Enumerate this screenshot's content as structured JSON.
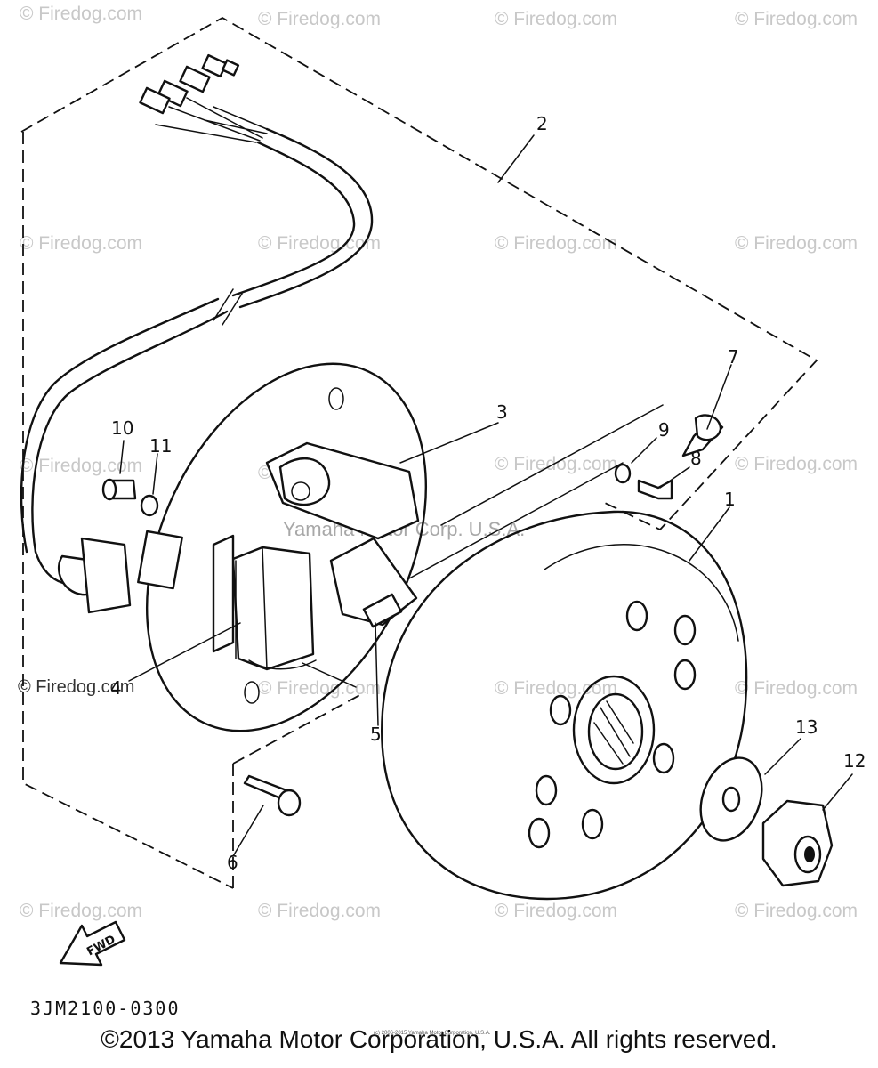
{
  "callouts": [
    "1",
    "2",
    "3",
    "4",
    "5",
    "6",
    "7",
    "8",
    "9",
    "10",
    "11",
    "12",
    "13"
  ],
  "watermark": "© Firedog.com",
  "center_watermark": "Yamaha Motor Corp. U.S.A.",
  "fwd_label": "FWD",
  "diagram_code": "3JM2100-0300",
  "tiny_copyright": "(c) 2006-2015 Yamaha Motor Corporation, U.S.A.",
  "copyright": "©2013 Yamaha Motor Corporation, U.S.A. All rights reserved."
}
